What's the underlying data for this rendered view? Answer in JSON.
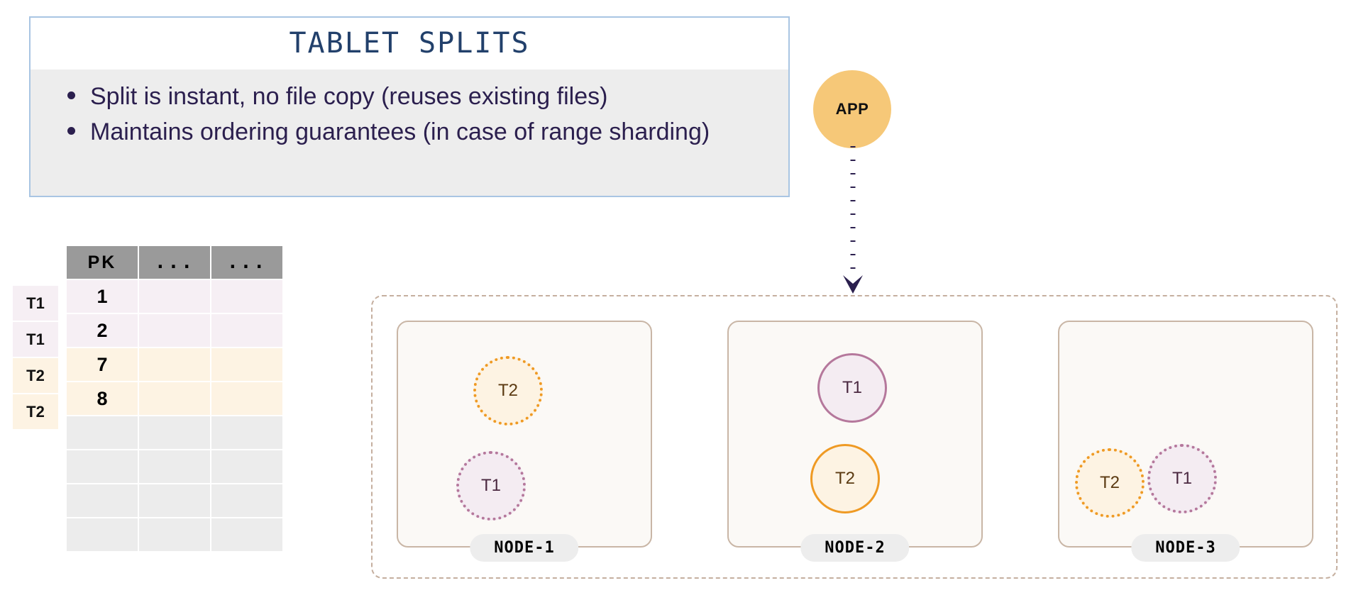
{
  "callout": {
    "title": "TABLET SPLITS",
    "bullets": [
      "Split is instant, no file copy (reuses existing files)",
      "Maintains ordering guarantees (in case of range sharding)"
    ],
    "border_color": "#a9c5e3",
    "body_bg": "#ededed",
    "title_color": "#22406b"
  },
  "table": {
    "headers": [
      "PK",
      "...",
      "..."
    ],
    "row_labels": [
      "T1",
      "T1",
      "T2",
      "T2"
    ],
    "rows": [
      {
        "label": "T1",
        "pk": "1",
        "c2": "",
        "c3": "",
        "tone": "t1"
      },
      {
        "label": "T1",
        "pk": "2",
        "c2": "",
        "c3": "",
        "tone": "t1"
      },
      {
        "label": "T2",
        "pk": "7",
        "c2": "",
        "c3": "",
        "tone": "t2"
      },
      {
        "label": "T2",
        "pk": "8",
        "c2": "",
        "c3": "",
        "tone": "t2"
      }
    ],
    "empty_row_count": 4,
    "header_bg": "#9a9a9a",
    "t1_bg": "#f6eff4",
    "t2_bg": "#fdf3e3",
    "empty_bg": "#ececec"
  },
  "app": {
    "label": "APP",
    "fill": "#f6c878",
    "arrow_color": "#2b1f4e",
    "arrow_style": "dotted-down"
  },
  "cluster": {
    "border_color": "#c5af9f",
    "nodes": [
      {
        "label": "NODE-1",
        "tablets": [
          {
            "name": "T1",
            "kind": "t1",
            "style": "dotted"
          },
          {
            "name": "T2",
            "kind": "t2",
            "style": "dotted"
          }
        ]
      },
      {
        "label": "NODE-2",
        "tablets": [
          {
            "name": "T1",
            "kind": "t1",
            "style": "solid"
          },
          {
            "name": "T2",
            "kind": "t2",
            "style": "solid"
          }
        ]
      },
      {
        "label": "NODE-3",
        "tablets": [
          {
            "name": "T2",
            "kind": "t2",
            "style": "dotted"
          },
          {
            "name": "T1",
            "kind": "t1",
            "style": "dotted"
          }
        ]
      }
    ],
    "tablet_colors": {
      "t1_fill": "#f4ecf2",
      "t1_border": "#b5789c",
      "t1_text": "#4a2840",
      "t2_fill": "#fdf3e3",
      "t2_border": "#ef9a24",
      "t2_text": "#5b3a12"
    },
    "node_box_bg": "#fbf9f6",
    "node_box_border": "#c9b6a6",
    "node_label_bg": "#ededed"
  }
}
